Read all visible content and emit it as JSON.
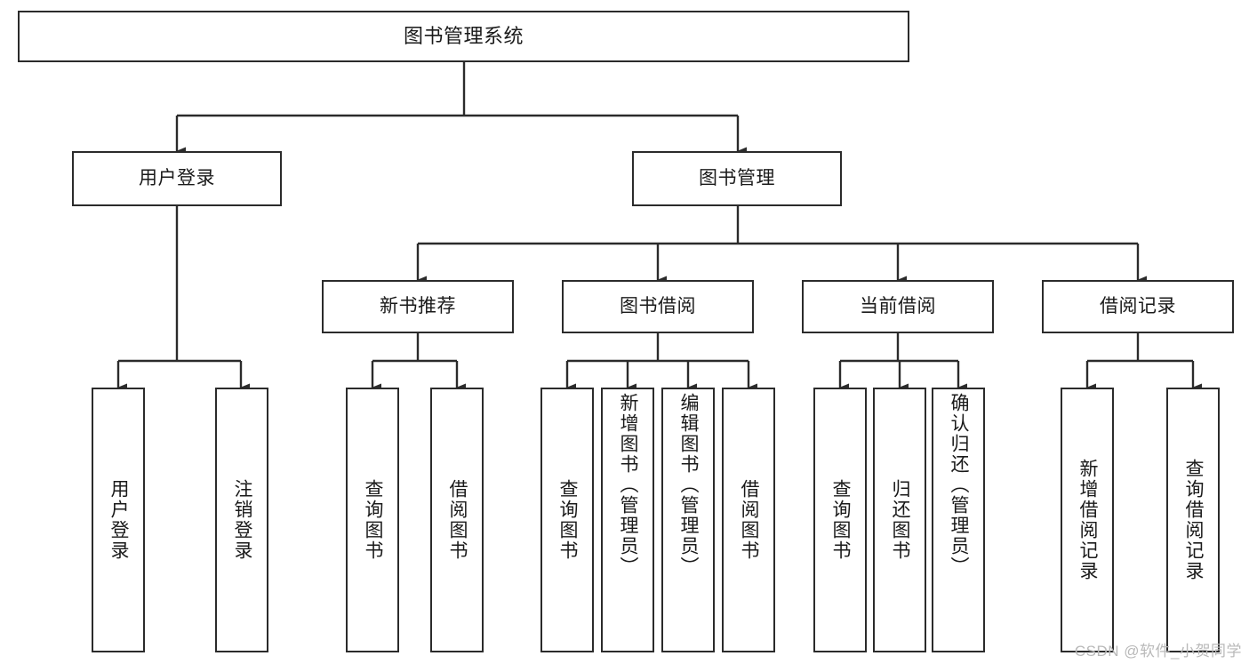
{
  "diagram": {
    "title": "图书管理系统",
    "type": "tree-hierarchy",
    "watermark": "CSDN @软件_小贺同学",
    "nodes": {
      "root": {
        "label": "图书管理系统"
      },
      "level1": [
        {
          "id": "user-login",
          "label": "用户登录"
        },
        {
          "id": "book-manage",
          "label": "图书管理"
        }
      ],
      "level2": [
        {
          "id": "new-book-recommend",
          "label": "新书推荐"
        },
        {
          "id": "book-borrow",
          "label": "图书借阅"
        },
        {
          "id": "current-borrow",
          "label": "当前借阅"
        },
        {
          "id": "borrow-record",
          "label": "借阅记录"
        }
      ],
      "leaves": {
        "user_login": [
          {
            "id": "leaf-user-login",
            "label": "用户登录"
          },
          {
            "id": "leaf-logout-login",
            "label": "注销登录"
          }
        ],
        "new_book_recommend": [
          {
            "id": "leaf-query-book-1",
            "label": "查询图书"
          },
          {
            "id": "leaf-borrow-book-1",
            "label": "借阅图书"
          }
        ],
        "book_borrow": [
          {
            "id": "leaf-query-book-2",
            "label": "查询图书"
          },
          {
            "id": "leaf-add-book",
            "label": "新增图书（管理员）"
          },
          {
            "id": "leaf-edit-book",
            "label": "编辑图书（管理员）"
          },
          {
            "id": "leaf-borrow-book-2",
            "label": "借阅图书"
          }
        ],
        "current_borrow": [
          {
            "id": "leaf-query-book-3",
            "label": "查询图书"
          },
          {
            "id": "leaf-return-book",
            "label": "归还图书"
          },
          {
            "id": "leaf-confirm-return",
            "label": "确认归还（管理员）"
          }
        ],
        "borrow_record": [
          {
            "id": "leaf-add-record",
            "label": "新增借阅记录"
          },
          {
            "id": "leaf-query-record",
            "label": "查询借阅记录"
          }
        ]
      }
    },
    "colors": {
      "border": "#2b2b2b",
      "background": "#ffffff",
      "text": "#1a1a1a",
      "watermark": "#b9b9b9"
    }
  }
}
